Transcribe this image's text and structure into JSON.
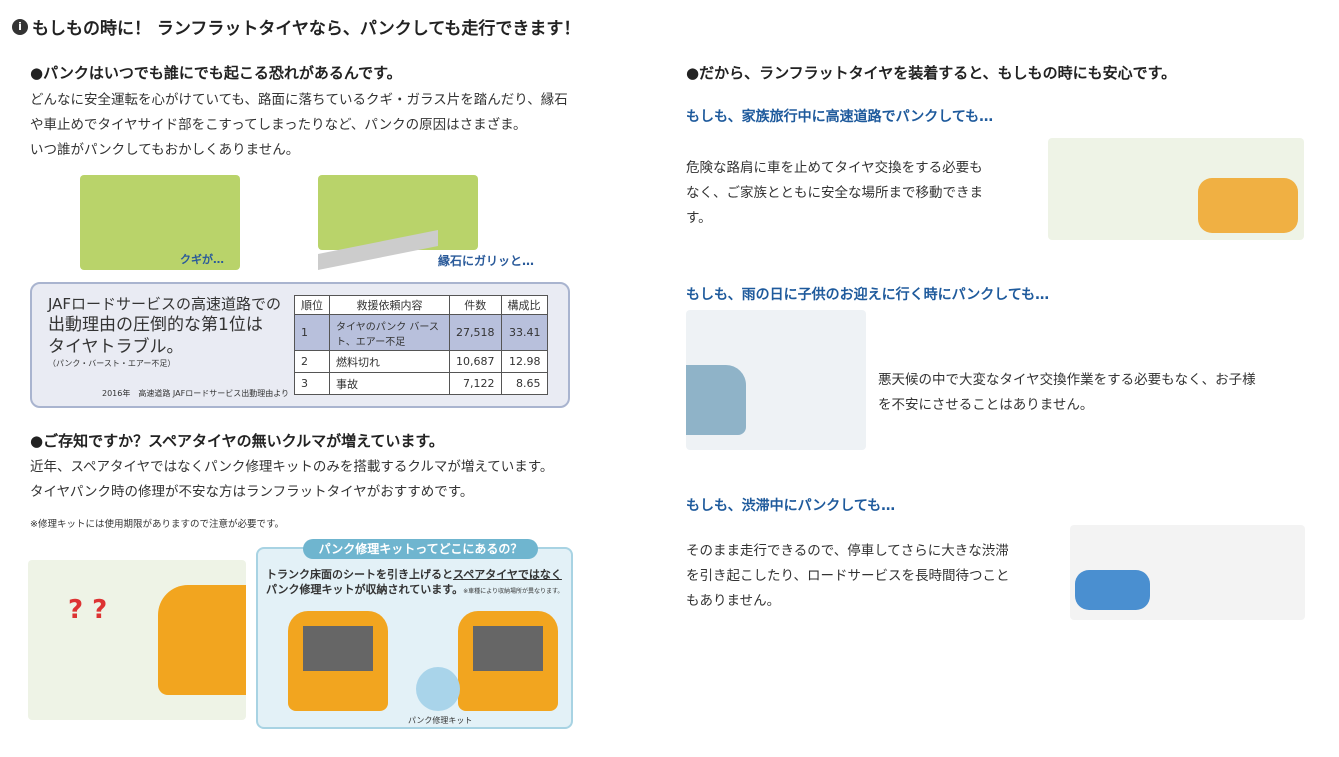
{
  "title": "もしもの時に！ ランフラットタイヤなら、パンクしても走行できます！",
  "left": {
    "s1": {
      "heading": "●パンクはいつでも誰にでも起こる恐れがあるんです。",
      "lines": [
        "どんなに安全運転を心がけていても、路面に落ちているクギ・ガラス片を踏んだり、縁石",
        "や車止めでタイヤサイド部をこすってしまったりなど、パンクの原因はさまざま。",
        "いつ誰がパンクしてもおかしくありません。"
      ],
      "img1_caption": "クギが…",
      "img2_caption": "縁石にガリッと…"
    },
    "jaf": {
      "lines": [
        "JAFロードサービスの高速道路での",
        "出動理由の圧倒的な第1位は",
        "タイヤトラブル。"
      ],
      "note": "（パンク・バースト・エアー不足）",
      "source": "2016年　高速道路 JAFロードサービス出動理由より",
      "headers": [
        "順位",
        "救援依頼内容",
        "件数",
        "構成比"
      ],
      "rows": [
        [
          "1",
          "タイヤのパンク バースト、エアー不足",
          "27,518",
          "33.41"
        ],
        [
          "2",
          "燃料切れ",
          "10,687",
          "12.98"
        ],
        [
          "3",
          "事故",
          "7,122",
          "8.65"
        ]
      ]
    },
    "s2": {
      "heading": "●ご存知ですか？スペアタイヤの無いクルマが増えています。",
      "lines": [
        "近年、スペアタイヤではなくパンク修理キットのみを搭載するクルマが増えています。",
        "タイヤパンク時の修理が不安な方はランフラットタイヤがおすすめです。"
      ],
      "note": "※修理キットには使用期限がありますので注意が必要です。"
    },
    "kit": {
      "title": "パンク修理キットってどこにあるの？",
      "text1": "トランク床面のシートを引き上げると",
      "text1u": "スペアタイヤではなく",
      "text2": "パンク修理キットが収納されています。",
      "note": "※車種により収納場所が異なります。",
      "label": "パンク修理キット"
    }
  },
  "right": {
    "heading": "●だから、ランフラットタイヤを装着すると、もしもの時にも安心です。",
    "cases": [
      {
        "title": "もしも、家族旅行中に高速道路でパンクしても…",
        "lines": [
          "危険な路肩に車を止めてタイヤ交換をする必要も",
          "なく、ご家族とともに安全な場所まで移動できま",
          "す。"
        ]
      },
      {
        "title": "もしも、雨の日に子供のお迎えに行く時にパンクしても…",
        "lines": [
          "悪天候の中で大変なタイヤ交換作業をする必要もなく、お子様",
          "を不安にさせることはありません。"
        ]
      },
      {
        "title": "もしも、渋滞中にパンクしても…",
        "lines": [
          "そのまま走行できるので、停車してさらに大きな渋滞",
          "を引き起こしたり、ロードサービスを長時間待つこと",
          "もありません。"
        ]
      }
    ]
  }
}
